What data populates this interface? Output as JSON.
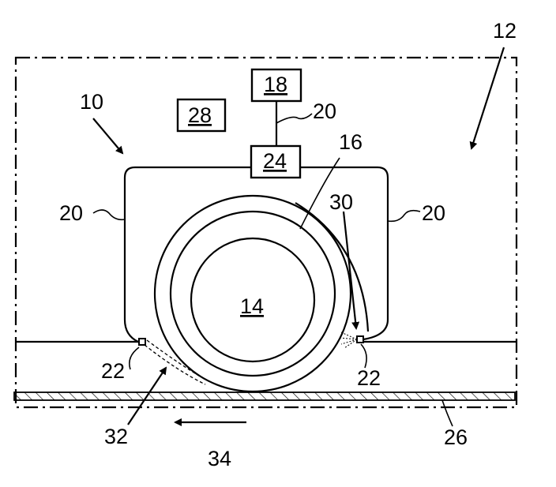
{
  "labels": {
    "vehicle": "10",
    "system_boundary": "12",
    "wheel": "14",
    "tire": "16",
    "controller": "18",
    "line_top": "20",
    "line_left": "20",
    "line_right": "20",
    "nozzle_left": "22",
    "nozzle_right": "22",
    "unit_24": "24",
    "road": "26",
    "unit_28": "28",
    "spray": "30",
    "spray_path": "32",
    "direction": "34"
  },
  "colors": {
    "ink": "#000000",
    "paper": "#ffffff"
  }
}
